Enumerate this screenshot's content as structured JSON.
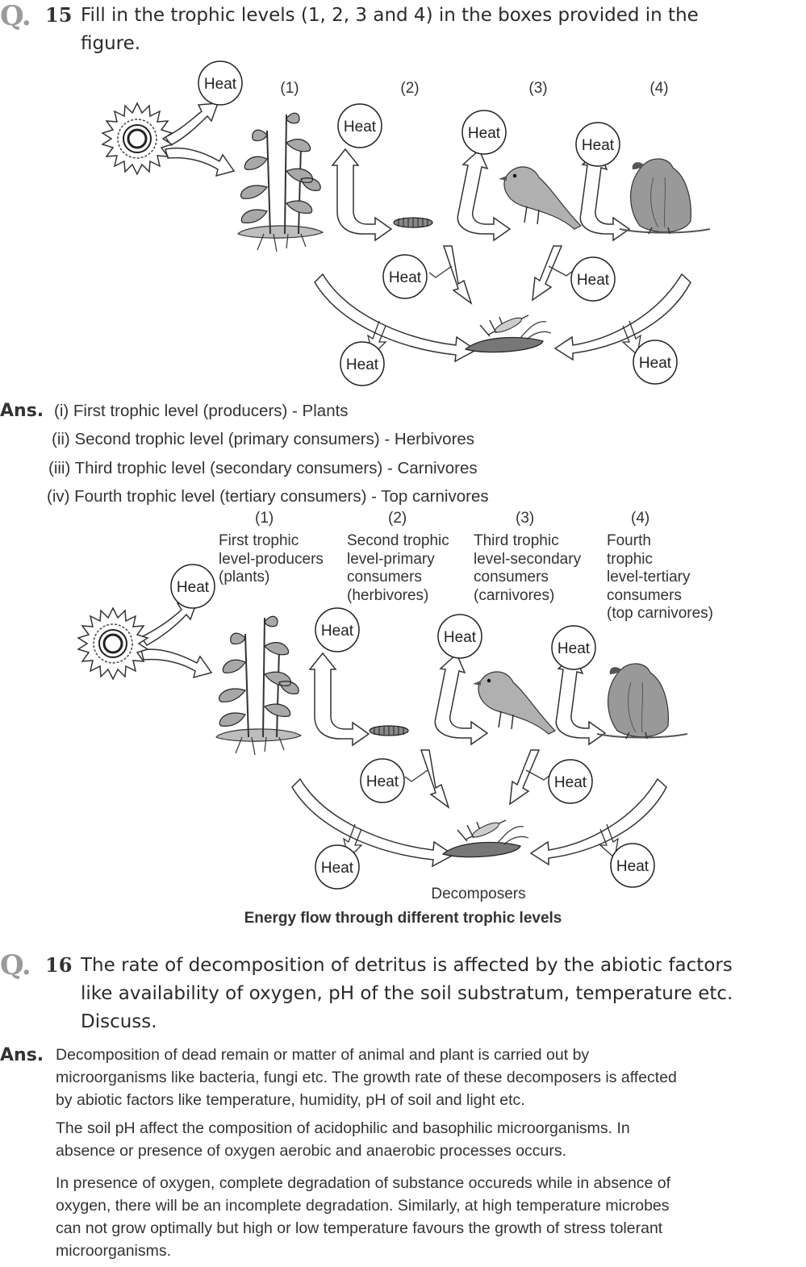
{
  "q15": {
    "mark": "Q.",
    "number": "15",
    "text_line1": "Fill in the trophic levels (1, 2, 3 and 4) in the boxes provided in the",
    "text_line2": "figure."
  },
  "figure1": {
    "level_labels": [
      "(1)",
      "(2)",
      "(3)",
      "(4)"
    ],
    "heat_label": "Heat"
  },
  "ans15": {
    "mark": "Ans.",
    "items": [
      "(i)  First trophic level (producers) - Plants",
      "(ii)  Second trophic level (primary consumers) - Herbivores",
      "(iii)  Third trophic level (secondary consumers) - Carnivores",
      "(iv)  Fourth trophic level (tertiary consumers) - Top carnivores"
    ]
  },
  "figure2": {
    "level_numbers": [
      "(1)",
      "(2)",
      "(3)",
      "(4)"
    ],
    "level_descriptions": [
      [
        "First trophic",
        "level-producers",
        "(plants)"
      ],
      [
        "Second trophic",
        "level-primary",
        "consumers",
        "(herbivores)"
      ],
      [
        "Third trophic",
        "level-secondary",
        "consumers",
        "(carnivores)"
      ],
      [
        "Fourth",
        "trophic",
        "level-tertiary",
        "consumers",
        "(top carnivores)"
      ]
    ],
    "heat_label": "Heat",
    "decomposers_label": "Decomposers",
    "caption": "Energy flow through different trophic levels"
  },
  "q16": {
    "mark": "Q.",
    "number": "16",
    "lines": [
      "The rate of decomposition of detritus is affected by the abiotic factors",
      "like availability of oxygen, pH of the soil substratum, temperature etc.",
      "Discuss."
    ]
  },
  "ans16": {
    "mark": "Ans.",
    "paragraphs": [
      [
        "Decomposition of dead remain or matter of animal and plant is carried out by",
        "microorganisms like bacteria, fungi etc. The growth rate of these decomposers is affected",
        "by abiotic factors like temperature, humidity, pH of soil and light etc."
      ],
      [
        "The soil pH affect the composition of acidophilic and basophilic microorganisms. In",
        "absence or presence of oxygen aerobic and anaerobic processes occurs."
      ],
      [
        "In presence of oxygen, complete degradation of substance occureds while in absence of",
        "oxygen, there will be an incomplete degradation. Similarly, at high temperature microbes",
        "can not grow optimally but high  or low temperature favours the growth of stress tolerant",
        "microorganisms."
      ]
    ]
  }
}
